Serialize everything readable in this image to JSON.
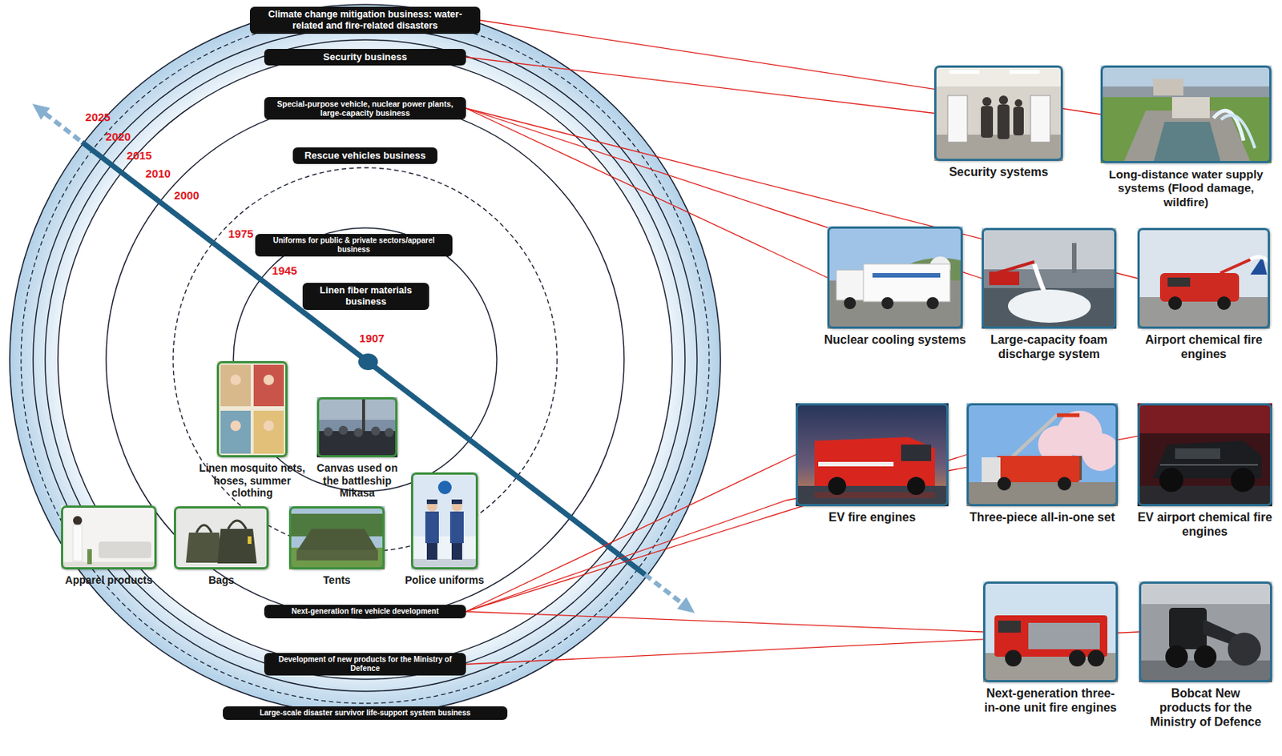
{
  "diagram": {
    "nodes": [
      {
        "text": [
          "Climate change mitigation business: water-related and fire-related disasters"
        ]
      },
      {
        "text": [
          "Security business"
        ]
      },
      {
        "text": [
          "Special-purpose vehicle, nuclear power plants, large-capacity business"
        ]
      },
      {
        "text": [
          "Rescue vehicles business"
        ]
      },
      {
        "text": [
          "Uniforms for public & private sectors/apparel business"
        ]
      },
      {
        "text": [
          "Linen fiber materials business"
        ]
      },
      {
        "text": [
          "Linen mosquito nets, hoses, summer clothing"
        ]
      },
      {
        "text": [
          "Canvas used on the battleship Mikasa"
        ]
      },
      {
        "text": [
          "Apparel products"
        ]
      },
      {
        "text": [
          "Bags"
        ]
      },
      {
        "text": [
          "Tents"
        ]
      },
      {
        "text": [
          "Police uniforms"
        ]
      },
      {
        "text": [
          "Next-generation fire vehicle development"
        ]
      },
      {
        "text": [
          "Development of new products for the Ministry of Defence"
        ]
      },
      {
        "text": [
          "Large-scale disaster survivor life-support system business"
        ]
      },
      {
        "text": [
          "Security systems"
        ]
      },
      {
        "text": [
          "Long-distance water supply systems (Flood damage, wildfire)"
        ]
      },
      {
        "text": [
          "Nuclear cooling systems"
        ]
      },
      {
        "text": [
          "Large-capacity foam discharge system"
        ]
      },
      {
        "text": [
          "Airport chemical fire engines"
        ]
      },
      {
        "text": [
          "EV fire engines"
        ]
      },
      {
        "text": [
          "Three-piece all-in-one set"
        ]
      },
      {
        "text": [
          "EV airport chemical fire engines"
        ]
      },
      {
        "text": [
          "Next-generation three-in-one unit fire engines"
        ]
      },
      {
        "text": [
          "Bobcat New products for the Ministry of Defence"
        ]
      }
    ],
    "edges": [
      {
        "from": 0,
        "to": 16,
        "arrow": "none"
      },
      {
        "from": 1,
        "to": 15,
        "arrow": "none"
      },
      {
        "from": 2,
        "to": 17,
        "arrow": "none"
      },
      {
        "from": 2,
        "to": 18,
        "arrow": "none"
      },
      {
        "from": 2,
        "to": 19,
        "arrow": "none"
      },
      {
        "from": 12,
        "to": 20,
        "arrow": "none"
      },
      {
        "from": 12,
        "to": 21,
        "arrow": "none"
      },
      {
        "from": 12,
        "to": 22,
        "arrow": "none"
      },
      {
        "from": 12,
        "to": 23,
        "arrow": "none"
      },
      {
        "from": 13,
        "to": 24,
        "arrow": "none"
      }
    ],
    "labels": [
      "2025",
      "2020",
      "2015",
      "2010",
      "2000",
      "1975",
      "1945",
      "1907"
    ]
  }
}
